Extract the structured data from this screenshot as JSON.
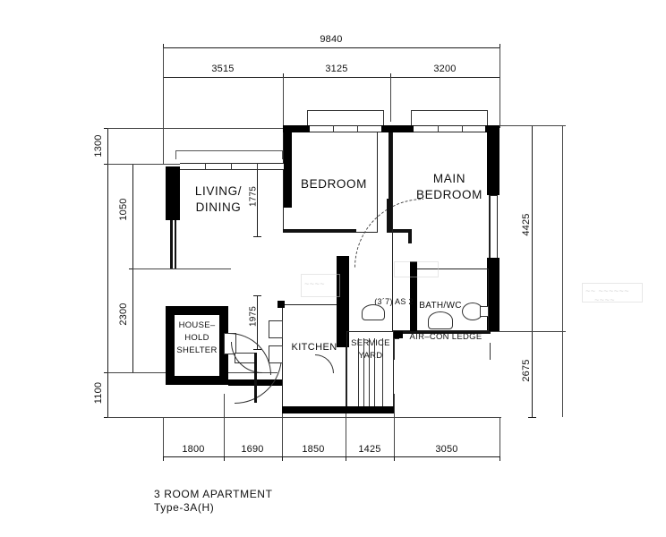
{
  "drawing": {
    "title": "3 ROOM APARTMENT",
    "subtitle": "Type-3A(H)",
    "overall_width_mm": "9840"
  },
  "dimensions": {
    "top_overall": "9840",
    "top_chain": [
      "3515",
      "3125",
      "3200"
    ],
    "bottom_chain": [
      "1800",
      "1690",
      "1850",
      "1425",
      "3050"
    ],
    "left_outer_chain": [
      "1300",
      "1100"
    ],
    "left_inner_chain": [
      "1050",
      "2300"
    ],
    "right_chain": [
      "4425",
      "2675"
    ],
    "internal": [
      "1775",
      "1975"
    ]
  },
  "rooms": [
    {
      "id": "living-dining",
      "line1": "LIVING/",
      "line2": "DINING"
    },
    {
      "id": "bedroom",
      "line1": "BEDROOM",
      "line2": ""
    },
    {
      "id": "main-bedroom",
      "line1": "MAIN",
      "line2": "BEDROOM"
    },
    {
      "id": "household-shelter",
      "line1": "HOUSE–",
      "line2": "HOLD",
      "line3": "SHELTER"
    },
    {
      "id": "kitchen",
      "line1": "KITCHEN",
      "line2": ""
    },
    {
      "id": "service-yard",
      "line1": "SERVICE",
      "line2": "YARD"
    },
    {
      "id": "bath-wc",
      "line1": "BATH/WC",
      "line2": ""
    },
    {
      "id": "air-con-ledge",
      "line1": "AIR–CON LEDGE",
      "line2": ""
    }
  ],
  "annotations": {
    "bath_note": "(3´7) AS 2"
  },
  "colors": {
    "wall": "#000000",
    "line": "#1a1a1a",
    "paper": "#ffffff",
    "ghost": "#9a9a9a"
  }
}
